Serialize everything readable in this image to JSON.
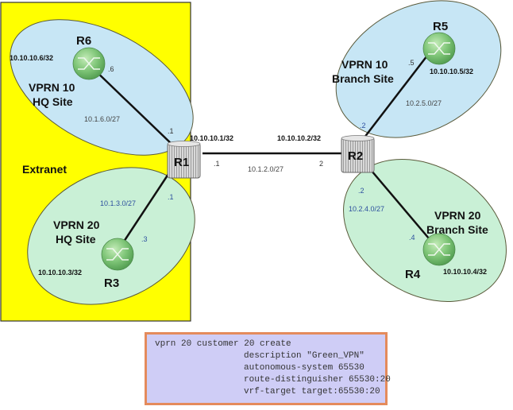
{
  "colors": {
    "extranet_bg": "#ffff00",
    "vprn10_site": "#c7e6f5",
    "vprn20_site": "#c9f0d6",
    "router_green": "#7ec37a",
    "code_bg": "#cfcdf6",
    "code_border": "#e48b5c"
  },
  "extranet": {
    "label": "Extranet"
  },
  "sites": [
    {
      "id": "vprn10-hq",
      "line1": "VPRN 10",
      "line2": "HQ Site",
      "subnet": "10.1.6.0/27"
    },
    {
      "id": "vprn20-hq",
      "line1": "VPRN 20",
      "line2": "HQ Site",
      "subnet": "10.1.3.0/27"
    },
    {
      "id": "vprn10-branch",
      "line1": "VPRN 10",
      "line2": "Branch Site",
      "subnet": "10.2.5.0/27"
    },
    {
      "id": "vprn20-branch",
      "line1": "VPRN 20",
      "line2": "Branch Site",
      "subnet": "10.2.4.0/27"
    }
  ],
  "routers": {
    "R1": {
      "name": "R1",
      "loopback": "10.10.10.1/32",
      "type": "pe"
    },
    "R2": {
      "name": "R2",
      "loopback": "10.10.10.2/32",
      "type": "pe"
    },
    "R3": {
      "name": "R3",
      "loopback": "10.10.10.3/32",
      "type": "ce"
    },
    "R4": {
      "name": "R4",
      "loopback": "10.10.10.4/32",
      "type": "ce"
    },
    "R5": {
      "name": "R5",
      "loopback": "10.10.10.5/32",
      "type": "ce"
    },
    "R6": {
      "name": "R6",
      "loopback": "10.10.10.6/32",
      "type": "ce"
    }
  },
  "links": [
    {
      "from": "R1",
      "to": "R2",
      "subnet": "10.1.2.0/27",
      "from_if": ".1",
      "to_if": "2"
    },
    {
      "from": "R1",
      "to": "R6",
      "subnet": "10.1.6.0/27",
      "from_if": ".1",
      "to_if": ".6"
    },
    {
      "from": "R1",
      "to": "R3",
      "subnet": "10.1.3.0/27",
      "from_if": ".1",
      "to_if": ".3"
    },
    {
      "from": "R2",
      "to": "R5",
      "subnet": "10.2.5.0/27",
      "from_if": ".2",
      "to_if": ".5"
    },
    {
      "from": "R2",
      "to": "R4",
      "subnet": "10.2.4.0/27",
      "from_if": ".2",
      "to_if": ".4"
    }
  ],
  "config": {
    "lines": [
      "vprn 20 customer 20 create",
      "description \"Green_VPN\"",
      "autonomous-system 65530",
      "route-distinguisher 65530:20",
      "vrf-target target:65530:20"
    ]
  }
}
